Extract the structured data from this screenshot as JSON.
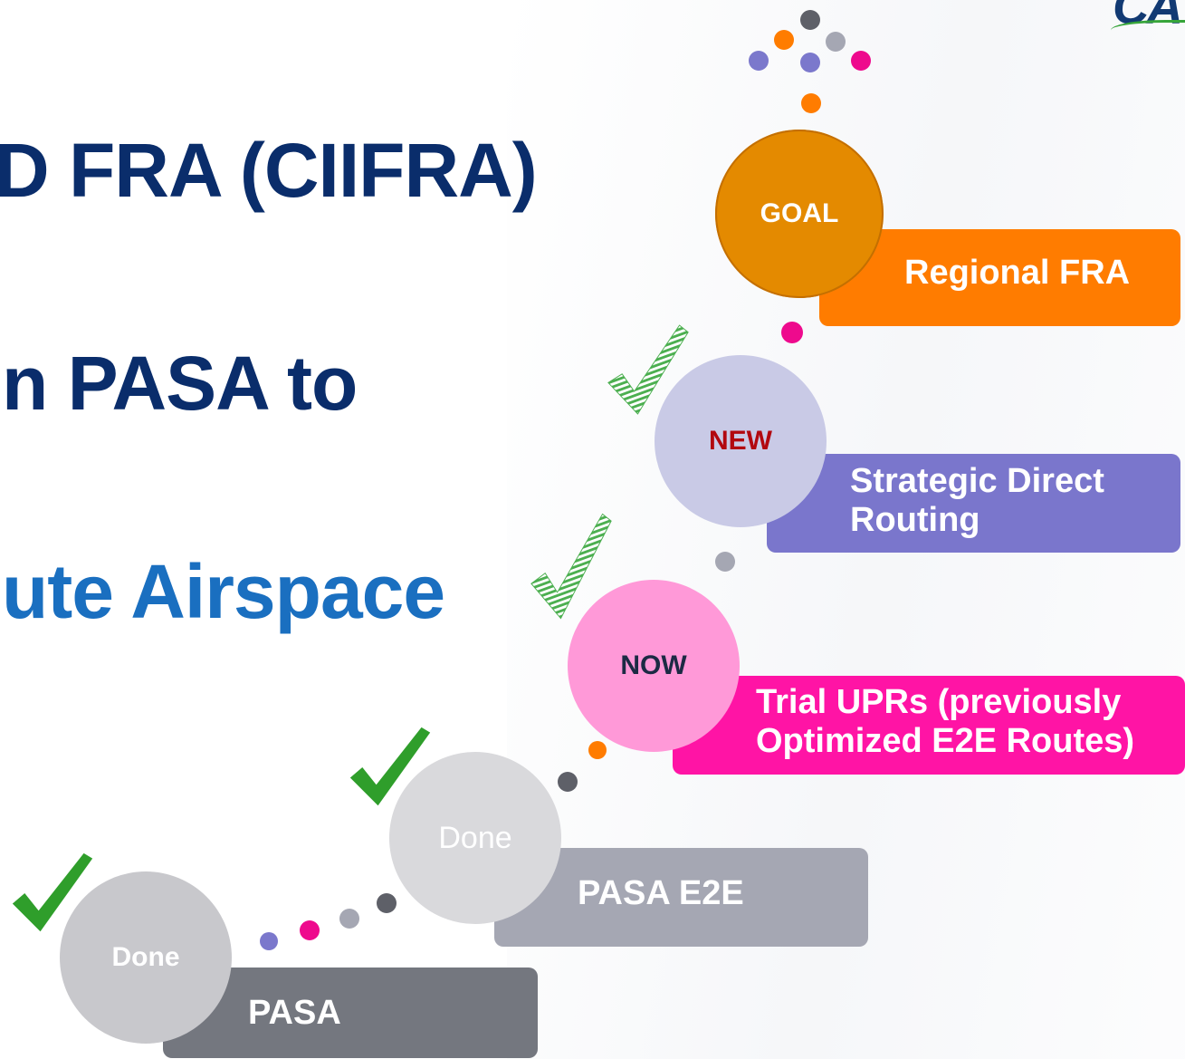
{
  "title": {
    "line1": "D FRA (CIIFRA)",
    "line2": "n PASA to",
    "line3": "ute Airspace"
  },
  "logo": {
    "text": "CA"
  },
  "steps": [
    {
      "circle_text": "Done",
      "label": "PASA",
      "circle_color": "#c8c8cc",
      "circle_text_color": "#ffffff",
      "box_color": "#74777f",
      "completed": true
    },
    {
      "circle_text": "Done",
      "label": "PASA E2E",
      "circle_color": "#d9d9dc",
      "circle_text_color": "#ffffff",
      "box_color": "#a5a7b3",
      "completed": true
    },
    {
      "circle_text": "NOW",
      "label_lines": [
        "Trial UPRs (previously",
        "Optimized  E2E Routes)"
      ],
      "circle_color": "#ff99d8",
      "circle_text_color": "#1c2a44",
      "box_color": "#ff14a5",
      "completed": true
    },
    {
      "circle_text": "NEW",
      "label_lines": [
        "Strategic Direct",
        "Routing"
      ],
      "circle_color": "#c9cae6",
      "circle_text_color": "#b2080f",
      "box_color": "#7a76cc",
      "completed": true
    },
    {
      "circle_text": "GOAL",
      "label": "Regional FRA",
      "circle_color": "#e48a00",
      "circle_text_color": "#ffffff",
      "box_color": "#ff7c00",
      "completed": false
    }
  ],
  "colors": {
    "check_green": "#2f9e2b",
    "check_striped": "#4caf50",
    "title_navy": "#0a2d6b",
    "title_blue": "#1a6fc0"
  },
  "icons": [
    "check-icon"
  ]
}
